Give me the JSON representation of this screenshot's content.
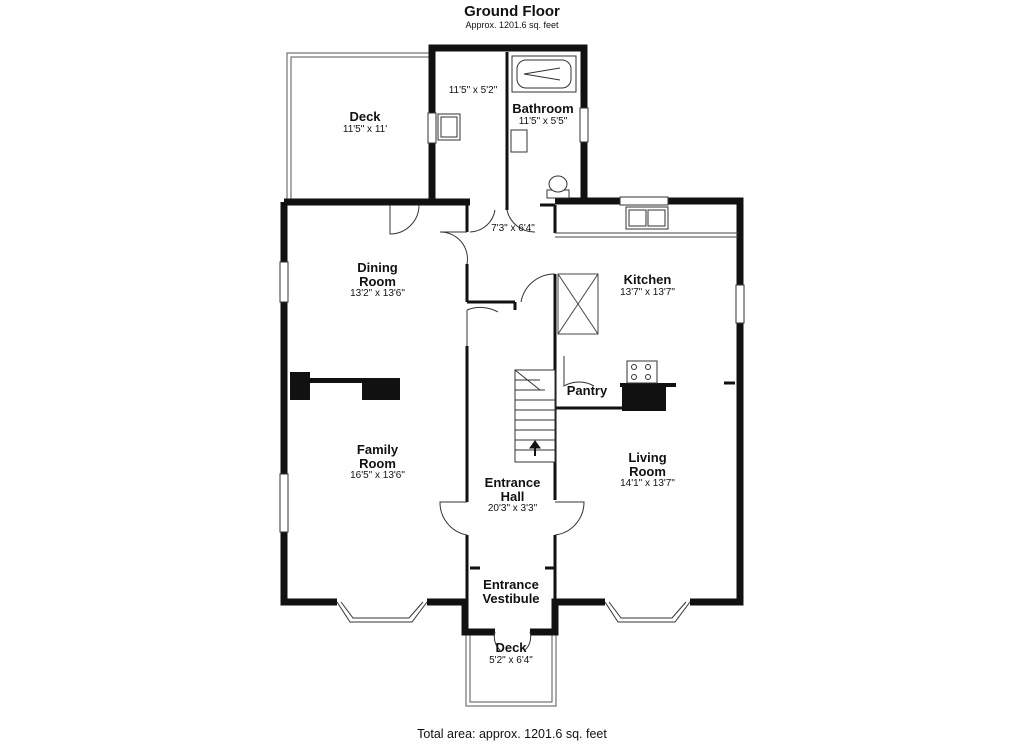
{
  "header": {
    "title": "Ground Floor",
    "subtitle": "Approx. 1201.6 sq. feet"
  },
  "rooms": {
    "deck_top": {
      "name": "Deck",
      "dims": "11'5\" x 11'"
    },
    "utility": {
      "dims": "11'5\" x 5'2\""
    },
    "bathroom": {
      "name": "Bathroom",
      "dims": "11'5\" x 5'5\""
    },
    "hall_small": {
      "dims": "7'3\" x 6'4\""
    },
    "dining": {
      "name": "Dining\nRoom",
      "dims": "13'2\" x 13'6\""
    },
    "kitchen": {
      "name": "Kitchen",
      "dims": "13'7\" x 13'7\""
    },
    "pantry": {
      "name": "Pantry"
    },
    "family": {
      "name": "Family\nRoom",
      "dims": "16'5\" x 13'6\""
    },
    "living": {
      "name": "Living\nRoom",
      "dims": "14'1\" x 13'7\""
    },
    "entrance_hall": {
      "name": "Entrance\nHall",
      "dims": "20'3\" x 3'3\""
    },
    "vestibule": {
      "name": "Entrance\nVestibule"
    },
    "deck_bottom": {
      "name": "Deck",
      "dims": "5'2\" x 6'4\""
    }
  },
  "footer": {
    "total": "Total area: approx. 1201.6 sq. feet"
  },
  "colors": {
    "wall": "#111111",
    "line": "#333333",
    "background": "#ffffff"
  }
}
